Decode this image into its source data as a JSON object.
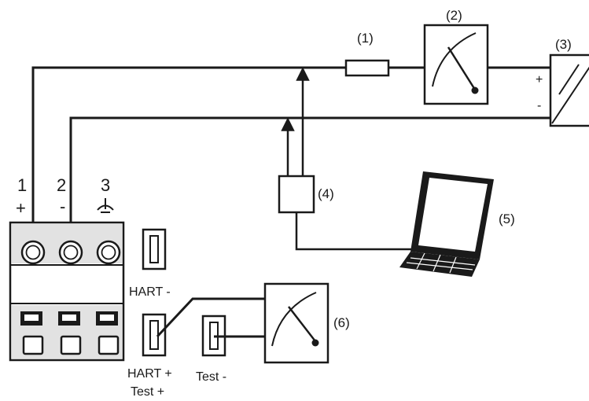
{
  "colors": {
    "ink": "#1a1a1a",
    "panel": "#e2e2e2",
    "background": "#ffffff"
  },
  "labels": {
    "resistor": "(1)",
    "meter": "(2)",
    "converter": "(3)",
    "modem": "(4)",
    "laptop": "(5)",
    "test_meter": "(6)"
  },
  "converter": {
    "plus": "+",
    "minus": "-"
  },
  "terminals": [
    {
      "number": "1",
      "symbol": "+"
    },
    {
      "number": "2",
      "symbol": "-"
    },
    {
      "number": "3",
      "symbol": "ground-icon"
    }
  ],
  "sockets": {
    "hart_minus": "HART -",
    "hart_plus": "HART +",
    "test_plus": "Test +",
    "test_minus": "Test -"
  }
}
